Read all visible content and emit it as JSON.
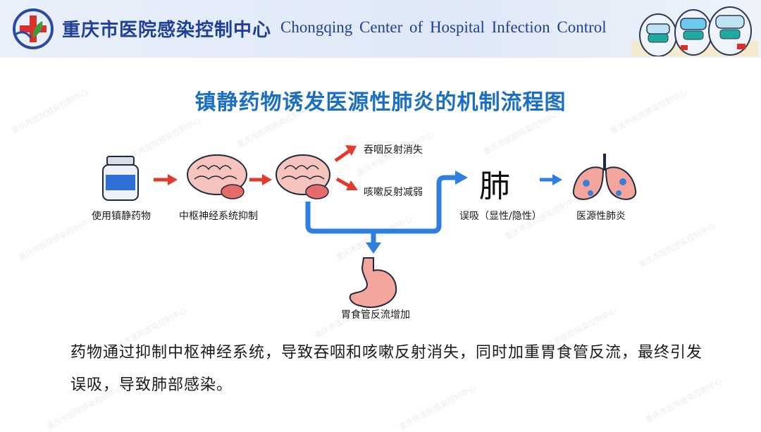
{
  "header": {
    "org_name_cn": "重庆市医院感染控制中心",
    "org_name_en": "Chongqing Center of Hospital Infection Control"
  },
  "slide": {
    "title": "镇静药物诱发医源性肺炎的机制流程图",
    "nodes": {
      "sedative": "使用镇静药物",
      "cns": "中枢神经系统抑制",
      "swallow": "吞咽反射消失",
      "cough": "咳嗽反射减弱",
      "lung_char": "肺",
      "aspiration": "误吸（显性/隐性）",
      "pneumonia": "医源性肺炎",
      "reflux": "胃食管反流增加"
    },
    "summary": "药物通过抑制中枢神经系统，导致吞咽和咳嗽反射消失，同时加重胃食管反流，最终引发误吸，导致肺部感染。"
  },
  "watermark": "重庆市医院感染控制中心",
  "colors": {
    "title_blue": "#1a6fc4",
    "header_blue": "#1f3f9a",
    "arrow_red": "#e23a2e",
    "arrow_blue": "#2f7fe0"
  }
}
